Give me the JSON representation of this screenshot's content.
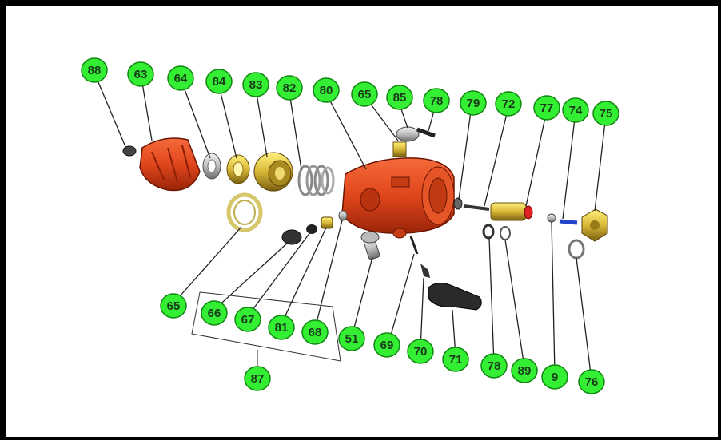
{
  "diagram": {
    "colors": {
      "callout_fill": "#33ee33",
      "callout_stroke": "#118811",
      "body_red": "#e0461c",
      "body_red_dark": "#8a1e06",
      "brass": "#e8c84a",
      "silver": "#c9c9c9",
      "dark": "#333333",
      "leader": "#222222"
    },
    "callouts": [
      "88",
      "63",
      "64",
      "84",
      "83",
      "82",
      "80",
      "65",
      "85",
      "78",
      "79",
      "72",
      "77",
      "74",
      "75",
      "65",
      "66",
      "67",
      "81",
      "68",
      "51",
      "69",
      "70",
      "71",
      "78",
      "89",
      "9",
      "76",
      "87"
    ]
  }
}
